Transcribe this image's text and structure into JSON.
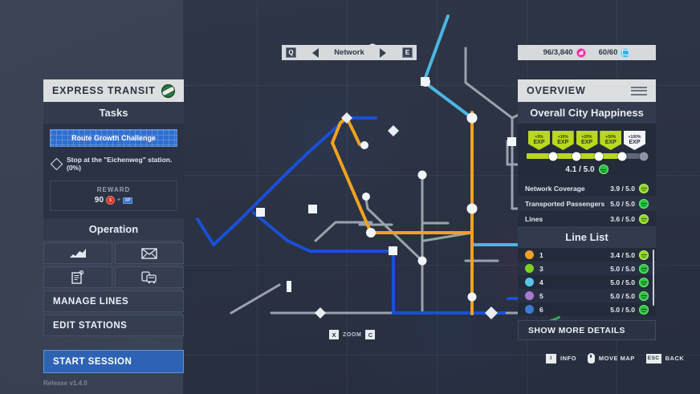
{
  "left_panel": {
    "title": "EXPRESS TRANSIT",
    "logo_icon": "company-logo-icon",
    "tasks_title": "Tasks",
    "challenge_label": "Route Growth Challenge",
    "objective": "Stop at the \"Eichenweg\" station. (0%)",
    "reward_label": "REWARD",
    "reward_amount": "90",
    "reward_plus": "+",
    "reward_coin_icon": "money-icon",
    "reward_exp_icon": "exp-icon",
    "operation_title": "Operation",
    "op_buttons": [
      {
        "name": "statistics-button",
        "icon": "chart-icon"
      },
      {
        "name": "mail-button",
        "icon": "envelope-icon"
      },
      {
        "name": "contracts-button",
        "icon": "document-icon"
      },
      {
        "name": "vehicles-button",
        "icon": "vehicle-icon"
      }
    ],
    "manage_lines": "MANAGE LINES",
    "edit_stations": "EDIT STATIONS",
    "start_session": "START SESSION"
  },
  "version": "Release v1.4.0",
  "topnav": {
    "prev_key": "Q",
    "next_key": "E",
    "title": "Network"
  },
  "resources": [
    {
      "value": "96/3,840",
      "icon": "passengers-icon",
      "color": "#e0219a"
    },
    {
      "value": "60/60",
      "icon": "vehicles-icon",
      "color": "#2fb6e8"
    }
  ],
  "right_panel": {
    "title": "OVERVIEW",
    "menu_icon": "hamburger-icon",
    "happiness_title": "Overall City Happiness",
    "badges": [
      {
        "pct": "+5%",
        "label": "EXP",
        "style": "lime"
      },
      {
        "pct": "+10%",
        "label": "EXP",
        "style": "lime"
      },
      {
        "pct": "+20%",
        "label": "EXP",
        "style": "lime"
      },
      {
        "pct": "+50%",
        "label": "EXP",
        "style": "lime"
      },
      {
        "pct": "+100%",
        "label": "EXP",
        "style": "white"
      }
    ],
    "happiness_score": "4.1 / 5.0",
    "stats": [
      {
        "label": "Network Coverage",
        "value": "3.9 / 5.0",
        "mood": "lime"
      },
      {
        "label": "Transported Passengers",
        "value": "5.0 / 5.0",
        "mood": "green"
      },
      {
        "label": "Lines",
        "value": "3.6 / 5.0",
        "mood": "lime"
      }
    ],
    "line_list_title": "Line List",
    "lines": [
      {
        "id": "1",
        "color": "#f0a028",
        "value": "3.4 / 5.0",
        "mood": "lime"
      },
      {
        "id": "3",
        "color": "#7ed321",
        "value": "5.0 / 5.0",
        "mood": "green"
      },
      {
        "id": "4",
        "color": "#58c4e8",
        "value": "5.0 / 5.0",
        "mood": "green"
      },
      {
        "id": "5",
        "color": "#a77bd0",
        "value": "5.0 / 5.0",
        "mood": "green"
      },
      {
        "id": "6",
        "color": "#3f79d8",
        "value": "5.0 / 5.0",
        "mood": "green"
      }
    ],
    "show_more": "SHOW MORE DETAILS"
  },
  "map_controls": {
    "zoom_out_key": "X",
    "zoom_label": "ZOOM",
    "zoom_in_key": "C"
  },
  "footer": [
    {
      "key": "I",
      "label": "INFO",
      "icon": "key-icon"
    },
    {
      "key": "",
      "label": "MOVE MAP",
      "icon": "mouse-icon"
    },
    {
      "key": "ESC",
      "label": "BACK",
      "icon": "key-icon"
    }
  ]
}
